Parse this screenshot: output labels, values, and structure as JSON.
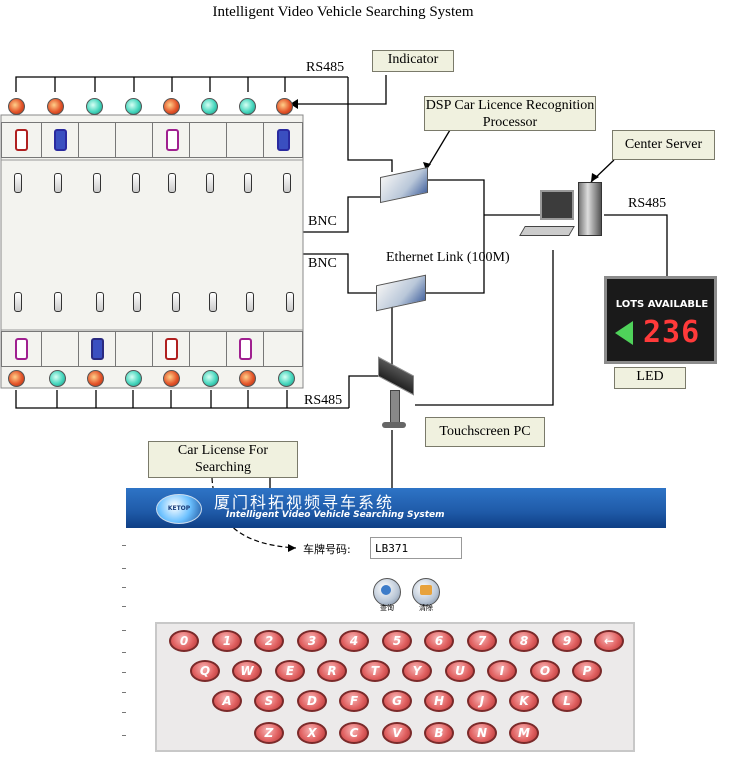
{
  "title": "Intelligent Video Vehicle Searching System",
  "callouts": {
    "indicator": "Indicator",
    "dsp": "DSP Car Licence Recognition Processor",
    "center_server": "Center Server",
    "led": "LED",
    "touchscreen": "Touchscreen PC",
    "car_license": "Car License  For Searching"
  },
  "labels": {
    "rs485_top": "RS485",
    "rs485_right": "RS485",
    "rs485_bottom": "RS485",
    "bnc_top": "BNC",
    "bnc_bottom": "BNC",
    "ethernet": "Ethernet Link (100M)"
  },
  "led_sign": {
    "text": "LOTS AVAILABLE",
    "count": "236"
  },
  "top_row_lights": [
    "red",
    "red",
    "green",
    "green",
    "red",
    "green",
    "green",
    "red"
  ],
  "bottom_row_lights": [
    "red",
    "green",
    "red",
    "green",
    "red",
    "green",
    "red",
    "green"
  ],
  "colors": {
    "callout_bg": "#f0f1df",
    "banner": "#1f5aa8",
    "key": "#e16262"
  },
  "app": {
    "banner_cn": "厦门科拓视频寻车系统",
    "banner_en": "Intelligent Video Vehicle Searching System",
    "logo": "KETOP",
    "plate_label": "车牌号码:",
    "plate_value": "LB371",
    "search_label": "查询",
    "clear_label": "清除",
    "keyboard_rows": [
      [
        "0",
        "1",
        "2",
        "3",
        "4",
        "5",
        "6",
        "7",
        "8",
        "9",
        "←"
      ],
      [
        "Q",
        "W",
        "E",
        "R",
        "T",
        "Y",
        "U",
        "I",
        "O",
        "P"
      ],
      [
        "A",
        "S",
        "D",
        "F",
        "G",
        "H",
        "J",
        "K",
        "L"
      ],
      [
        "Z",
        "X",
        "C",
        "V",
        "B",
        "N",
        "M"
      ]
    ]
  }
}
